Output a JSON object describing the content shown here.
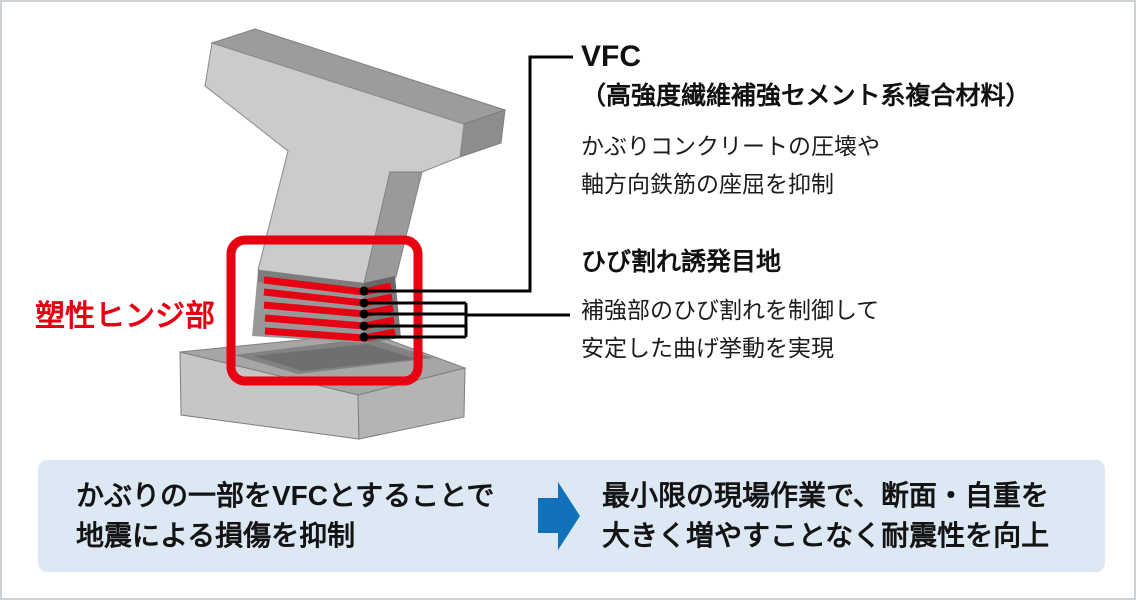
{
  "figure": {
    "hinge_label": "塑性ヒンジ部",
    "vfc_annotation": {
      "title": "VFC",
      "subtitle": "（高強度繊維補強セメント系複合材料）",
      "lines": [
        "かぶりコンクリートの圧壊や",
        "軸方向鉄筋の座屈を抑制"
      ]
    },
    "joint_annotation": {
      "title": "ひび割れ誘発目地",
      "lines": [
        "補強部のひび割れを制御して",
        "安定した曲げ挙動を実現"
      ]
    }
  },
  "summary_panel": {
    "left_lines": [
      "かぶりの一部をVFCとすることで",
      "地震による損傷を抑制"
    ],
    "right_lines": [
      "最小限の現場作業で、断面・自重を",
      "大きく増やすことなく耐震性を向上"
    ],
    "arrow_icon": "arrow-right"
  },
  "colors": {
    "accent-red": "#e60012",
    "arrow-blue": "#1271bb",
    "panel-bg": "#dce9f4",
    "page-border": "#cdd2d7"
  }
}
